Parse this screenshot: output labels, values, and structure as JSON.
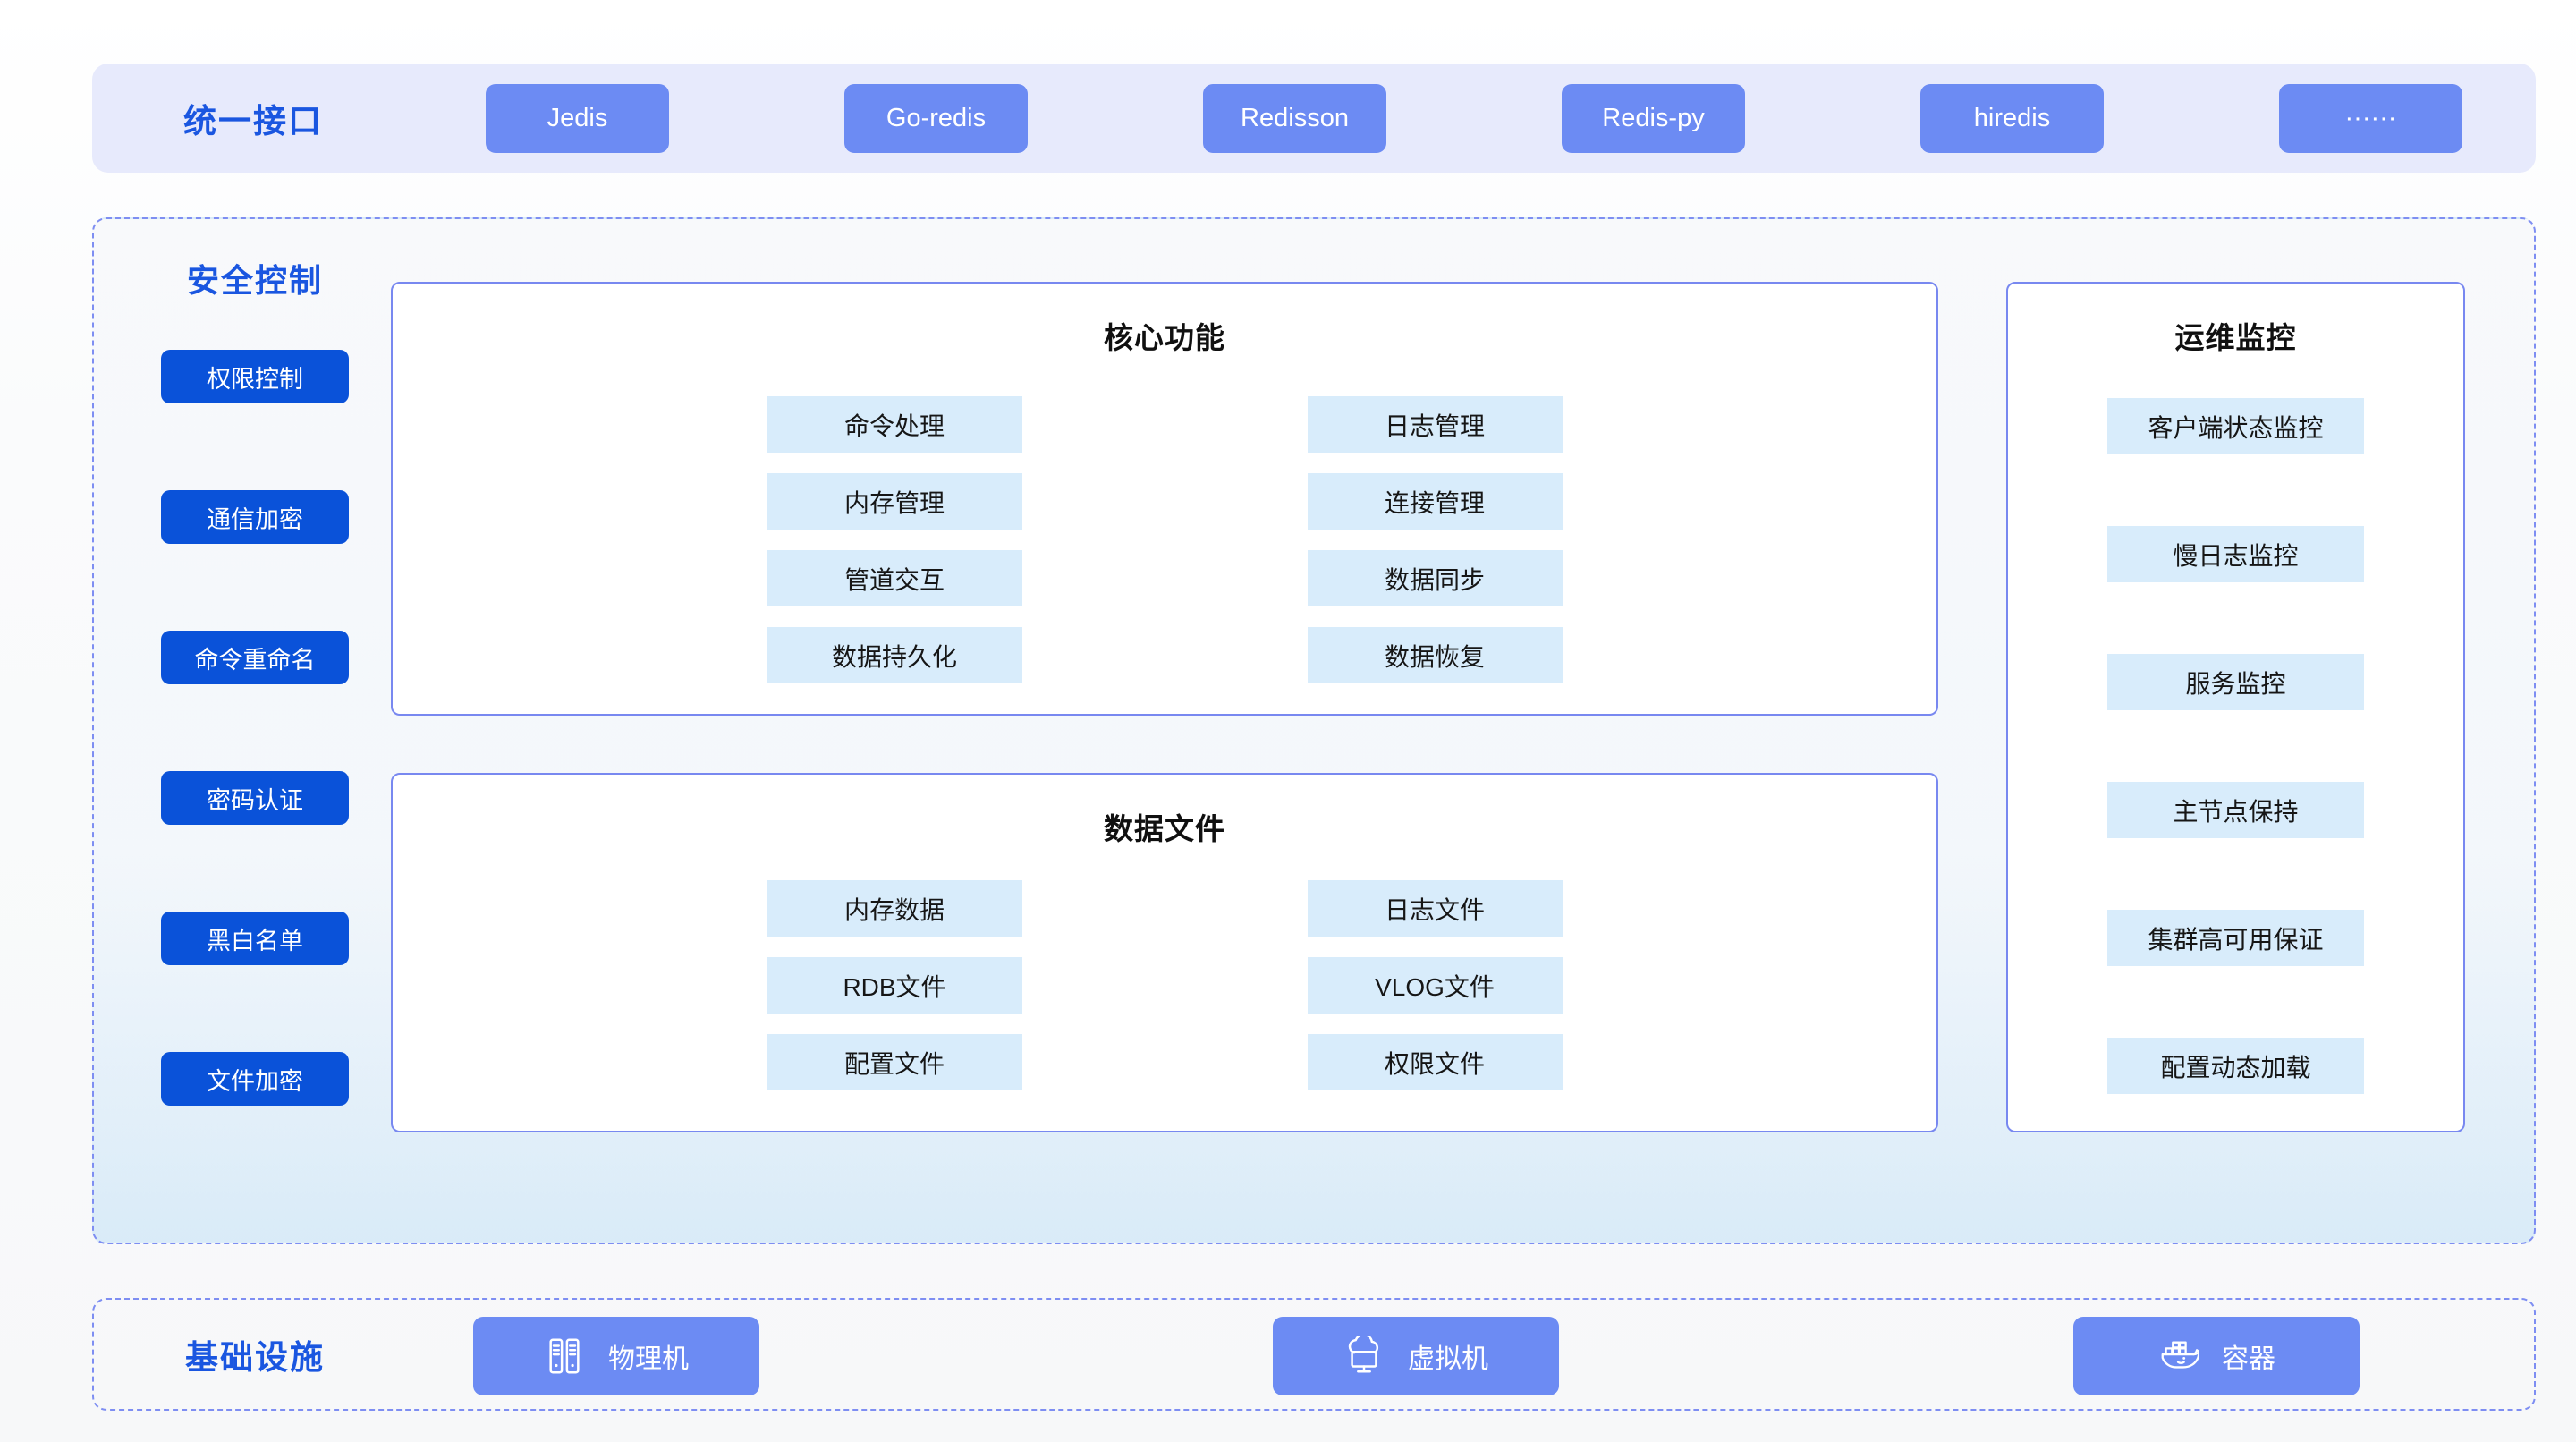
{
  "colors": {
    "title_blue": "#1a56e0",
    "deep_button_blue": "#0a52d9",
    "medium_button_blue": "#6c8bf3",
    "light_tile_blue": "#d8ecfb",
    "topbar_background": "#e7eafc",
    "dashed_border": "#7e8ef2",
    "box_border": "#7888f0"
  },
  "top_bar": {
    "title": "统一接口",
    "clients": [
      "Jedis",
      "Go-redis",
      "Redisson",
      "Redis-py",
      "hiredis",
      "······"
    ]
  },
  "security": {
    "title": "安全控制",
    "items": [
      "权限控制",
      "通信加密",
      "命令重命名",
      "密码认证",
      "黑白名单",
      "文件加密"
    ]
  },
  "core": {
    "title": "核心功能",
    "col1": [
      "命令处理",
      "内存管理",
      "管道交互",
      "数据持久化"
    ],
    "col2": [
      "日志管理",
      "连接管理",
      "数据同步",
      "数据恢复"
    ]
  },
  "files": {
    "title": "数据文件",
    "col1": [
      "内存数据",
      "RDB文件",
      "配置文件"
    ],
    "col2": [
      "日志文件",
      "VLOG文件",
      "权限文件"
    ]
  },
  "ops": {
    "title": "运维监控",
    "items": [
      "客户端状态监控",
      "慢日志监控",
      "服务监控",
      "主节点保持",
      "集群高可用保证",
      "配置动态加载"
    ]
  },
  "infrastructure": {
    "title": "基础设施",
    "buttons": [
      {
        "label": "物理机",
        "icon": "server-rack-icon"
      },
      {
        "label": "虚拟机",
        "icon": "cloud-vm-icon"
      },
      {
        "label": "容器",
        "icon": "docker-whale-icon"
      }
    ]
  }
}
